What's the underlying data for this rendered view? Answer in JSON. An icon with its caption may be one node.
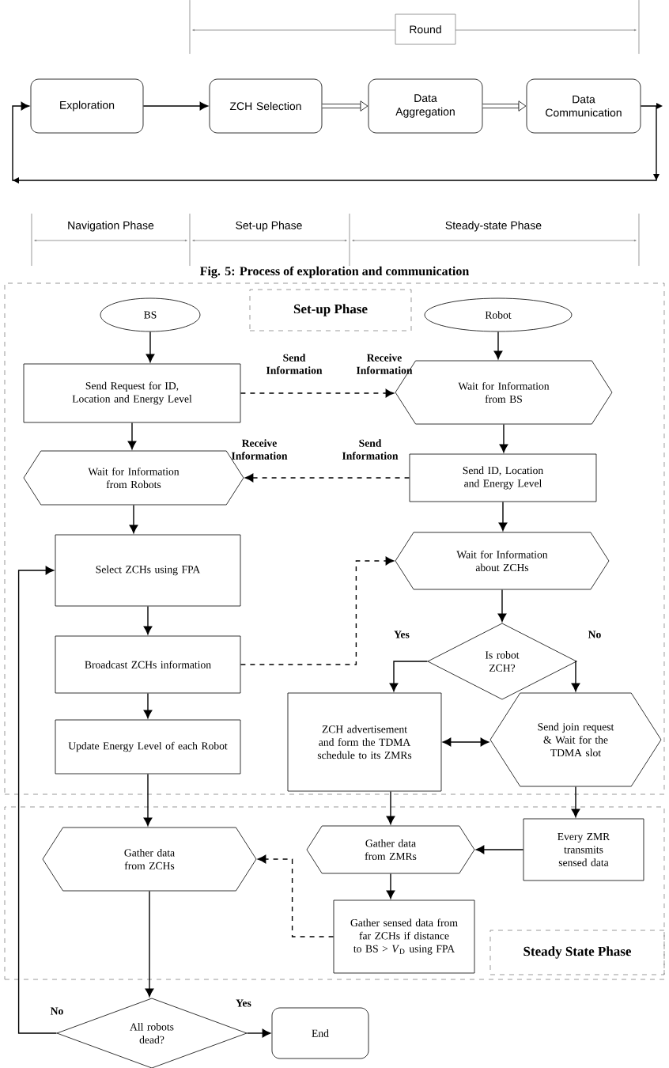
{
  "diagram": {
    "caption": "Fig. 5: Process of exploration and communication",
    "nodes": [
      {
        "text": [
          "Exploration"
        ]
      },
      {
        "text": [
          "ZCH Selection"
        ]
      },
      {
        "text": [
          "Data Aggregation"
        ]
      },
      {
        "text": [
          "Data Communication"
        ]
      },
      {
        "text": [
          "Set-up Phase"
        ]
      },
      {
        "text": [
          "BS"
        ],
        "in": 4
      },
      {
        "text": [
          "Robot"
        ],
        "in": 4
      },
      {
        "text": [
          "Send Request for ID, Location and Energy Level"
        ],
        "in": 4
      },
      {
        "text": [
          "Wait for Information from BS"
        ],
        "in": 4
      },
      {
        "text": [
          "Wait for Information from Robots"
        ],
        "in": 4
      },
      {
        "text": [
          "Send ID, Location and Energy Level"
        ],
        "in": 4
      },
      {
        "text": [
          "Select ZCHs using FPA"
        ],
        "in": 4
      },
      {
        "text": [
          "Wait for Information about ZCHs"
        ],
        "in": 4
      },
      {
        "text": [
          "Is robot ZCH?"
        ],
        "in": 4
      },
      {
        "text": [
          "Broadcast ZCHs information"
        ],
        "in": 4
      },
      {
        "text": [
          "ZCH advertisement and form the TDMA schedule to its ZMRs"
        ],
        "in": 4
      },
      {
        "text": [
          "Send join request & Wait for the TDMA slot"
        ],
        "in": 4
      },
      {
        "text": [
          "Update Energy Level of each Robot"
        ],
        "in": 4
      },
      {
        "text": [
          "Steady State Phase"
        ]
      },
      {
        "text": [
          "Gather data from ZCHs"
        ],
        "in": 18
      },
      {
        "text": [
          "Gather data from ZMRs"
        ],
        "in": 18
      },
      {
        "text": [
          "Every ZMR transmits sensed data"
        ],
        "in": 18
      },
      {
        "text": [
          "Gather sensed data from far ZCHs if distance to BS > *V*$_{D}$ using FPA"
        ],
        "in": 18
      },
      {
        "text": [
          "All robots dead?"
        ]
      },
      {
        "text": [
          "End"
        ]
      }
    ],
    "edges": [
      {
        "from": 0,
        "to": 1,
        "arrow": "to"
      },
      {
        "from": 1,
        "to": 2,
        "arrow": "to",
        "style": "thick"
      },
      {
        "from": 2,
        "to": 3,
        "arrow": "to",
        "style": "thick"
      },
      {
        "from": 3,
        "to": 0,
        "arrow": "to"
      },
      {
        "from": 5,
        "to": 7,
        "arrow": "to"
      },
      {
        "from": 6,
        "to": 8,
        "arrow": "to"
      },
      {
        "from": 7,
        "to": 8,
        "arrow": "to",
        "style": "dashed"
      },
      {
        "from": 7,
        "to": 9,
        "arrow": "to"
      },
      {
        "from": 8,
        "to": 10,
        "arrow": "to"
      },
      {
        "from": 10,
        "to": 9,
        "arrow": "to",
        "style": "dashed"
      },
      {
        "from": 9,
        "to": 11,
        "arrow": "to"
      },
      {
        "from": 10,
        "to": 12,
        "arrow": "to"
      },
      {
        "from": 11,
        "to": 14,
        "arrow": "to"
      },
      {
        "from": 14,
        "to": 17,
        "arrow": "to"
      },
      {
        "from": 14,
        "to": 12,
        "arrow": "to",
        "style": "dashed"
      },
      {
        "from": 12,
        "to": 13,
        "arrow": "to"
      },
      {
        "from": 13,
        "to": 15,
        "arrow": "to",
        "label": "Yes"
      },
      {
        "from": 13,
        "to": 16,
        "arrow": "to",
        "label": "No"
      },
      {
        "from": 15,
        "to": 16,
        "arrow": "both"
      },
      {
        "from": 17,
        "to": 19,
        "arrow": "to"
      },
      {
        "from": 15,
        "to": 20,
        "arrow": "to"
      },
      {
        "from": 16,
        "to": 21,
        "arrow": "to"
      },
      {
        "from": 21,
        "to": 20,
        "arrow": "to"
      },
      {
        "from": 20,
        "to": 22,
        "arrow": "to"
      },
      {
        "from": 22,
        "to": 19,
        "arrow": "to",
        "style": "dashed"
      },
      {
        "from": 19,
        "to": 23,
        "arrow": "to"
      },
      {
        "from": 23,
        "to": 24,
        "arrow": "to",
        "label": "Yes"
      },
      {
        "from": 23,
        "to": 11,
        "arrow": "to",
        "label": "No"
      }
    ],
    "labels": [
      "Round",
      "Navigation Phase",
      "Set-up Phase",
      "Steady-state Phase",
      "Send Information",
      "Receive Information",
      "Receive Information",
      "Send Information"
    ]
  }
}
